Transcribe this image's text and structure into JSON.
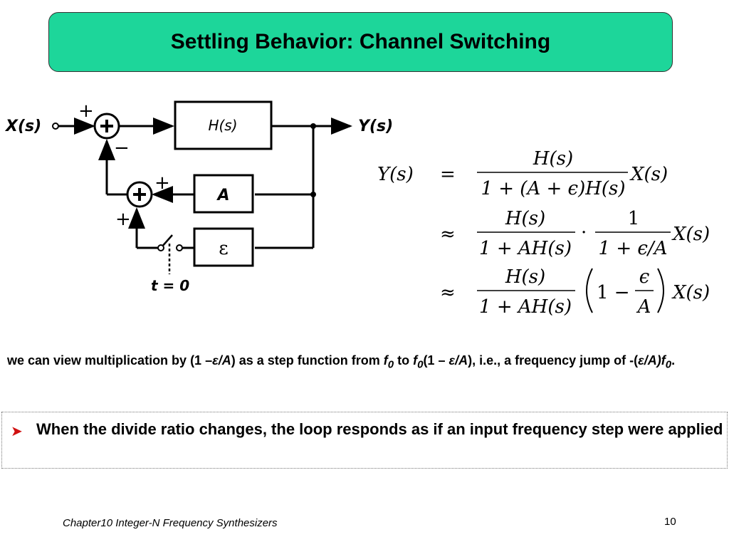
{
  "slide": {
    "title": "Settling Behavior: Channel Switching",
    "diagram": {
      "input_label": "X(s)",
      "output_label": "Y(s)",
      "block_h": "H(s)",
      "block_a": "A",
      "block_eps": "ε",
      "switch_label": "t = 0",
      "sign_top_plus": "+",
      "sign_top_minus": "−",
      "sign_lower_plus_top": "+",
      "sign_lower_plus_left": "+"
    },
    "equations": {
      "lhs": "Y(s)",
      "eq_sign": "=",
      "approx_sign": "≈",
      "line1_num": "H(s)",
      "line1_den": "1 + (A + ϵ)H(s)",
      "line1_tail": "X(s)",
      "line2_num": "H(s)",
      "line2_den": "1 + AH(s)",
      "line2_dot": "·",
      "line2_num2": "1",
      "line2_den2": "1 + ϵ/A",
      "line2_tail": "X(s)",
      "line3_num": "H(s)",
      "line3_den": "1 + AH(s)",
      "line3_one": "1 −",
      "line3_eps": "ϵ",
      "line3_a": "A",
      "line3_tail": "X(s)"
    },
    "note": {
      "part1": "we can view multiplication by (1 –",
      "part2": "ε/A",
      "part3": ") as a step function from ",
      "part4": "f",
      "part5": "0",
      "part6": " to ",
      "part7": "f",
      "part8": "0",
      "part9": "(1 – ",
      "part10": "ε/A",
      "part11": "), i.e., a frequency jump of -(",
      "part12": "ε/A)f",
      "part13": "0",
      "part14": "."
    },
    "bullet": {
      "text": "When the divide ratio changes, the loop responds as if an input frequency step were applied"
    },
    "footer": {
      "chapter": "Chapter10 Integer-N Frequency Synthesizers",
      "page": "10"
    },
    "colors": {
      "title_bg": "#1dd69a",
      "bullet_arrow": "#d01010"
    },
    "icons": {
      "bullet": "arrow-bullet-icon"
    }
  }
}
